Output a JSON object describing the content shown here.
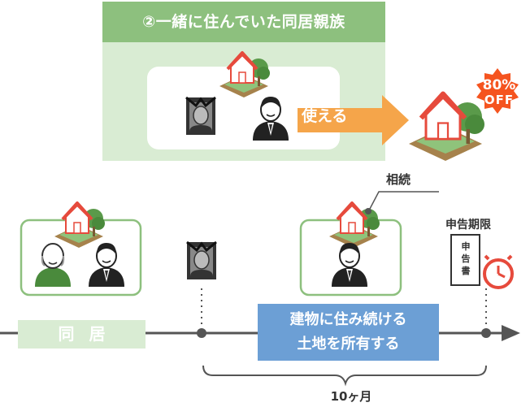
{
  "top_panel": {
    "title": "②一緒に住んでいた同居親族"
  },
  "arrow": {
    "label": "使える"
  },
  "badge": {
    "percent": "80%",
    "off": "OFF"
  },
  "timeline": {
    "inheritance": "相続",
    "deadline": "申告期限",
    "document_lines": [
      "申",
      "告",
      "書"
    ],
    "cohabitation": "同居",
    "condition_line1": "建物に住み続ける",
    "condition_line2": "土地を所有する",
    "period": "10ヶ月"
  },
  "colors": {
    "green_dark": "#8dc07e",
    "green_light": "#d9ecd3",
    "orange": "#f5a54a",
    "red": "#e64a3c",
    "blue": "#6c9fd5",
    "line": "#555555"
  },
  "icons": [
    "house-icon",
    "elderly-portrait-icon",
    "man-icon",
    "elderly-man-icon",
    "clock-icon",
    "document-icon"
  ]
}
